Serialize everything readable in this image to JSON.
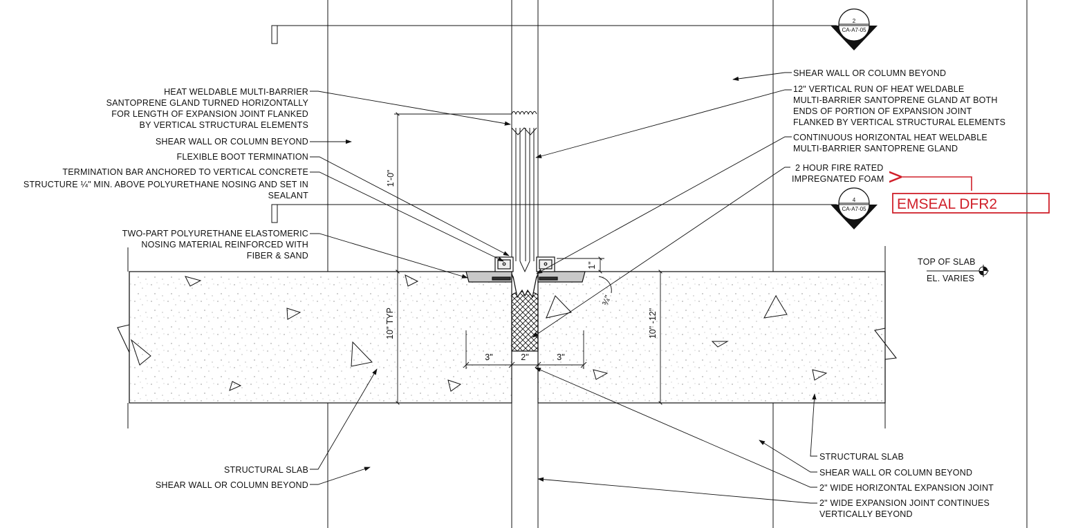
{
  "left_notes": [
    [
      "HEAT WELDABLE MULTI-BARRIER",
      "SANTOPRENE GLAND TURNED HORIZONTALLY",
      "FOR LENGTH OF EXPANSION JOINT FLANKED",
      "BY VERTICAL STRUCTURAL ELEMENTS"
    ],
    [
      "SHEAR WALL OR COLUMN BEYOND"
    ],
    [
      "FLEXIBLE BOOT TERMINATION"
    ],
    [
      "TERMINATION BAR ANCHORED TO VERTICAL CONCRETE",
      "STRUCTURE ¼\" MIN. ABOVE POLYURETHANE NOSING AND SET IN",
      "SEALANT"
    ],
    [
      "TWO-PART POLYURETHANE ELASTOMERIC",
      "NOSING MATERIAL REINFORCED WITH",
      "FIBER & SAND"
    ],
    [
      "STRUCTURAL SLAB"
    ],
    [
      "SHEAR WALL OR COLUMN BEYOND"
    ]
  ],
  "right_notes": [
    [
      "SHEAR WALL OR COLUMN BEYOND"
    ],
    [
      "12\" VERTICAL RUN OF HEAT WELDABLE",
      "MULTI-BARRIER SANTOPRENE GLAND AT BOTH",
      "ENDS OF PORTION OF EXPANSION JOINT",
      "FLANKED BY VERTICAL STRUCTURAL ELEMENTS"
    ],
    [
      "CONTINUOUS HORIZONTAL HEAT WELDABLE",
      "MULTI-BARRIER SANTOPRENE GLAND"
    ],
    [
      "2 HOUR FIRE RATED",
      "IMPREGNATED FOAM"
    ],
    [
      "STRUCTURAL SLAB"
    ],
    [
      "SHEAR WALL OR COLUMN BEYOND"
    ],
    [
      "2\" WIDE HORIZONTAL EXPANSION JOINT"
    ],
    [
      "2\" WIDE EXPANSION JOINT CONTINUES",
      "VERTICALLY BEYOND"
    ]
  ],
  "markup_label": "EMSEAL DFR2",
  "section_markers": [
    {
      "number": "2",
      "sheet": "CA-A7-05"
    },
    {
      "number": "4",
      "sheet": "CA-A7-05"
    }
  ],
  "elevation": {
    "title": "TOP OF SLAB",
    "value": "EL. VARIES"
  },
  "dimensions": {
    "height_above": "1'-0\"",
    "slab_typ": "10\" TYP",
    "slab_range": "10\" -12\"",
    "nosing_height": "1\"",
    "offset": "¾\"",
    "width_left": "3\"",
    "joint_width": "2\"",
    "width_right": "3\""
  },
  "colors": {
    "line": "#111111",
    "markup": "#d0202a",
    "background": "#ffffff"
  }
}
